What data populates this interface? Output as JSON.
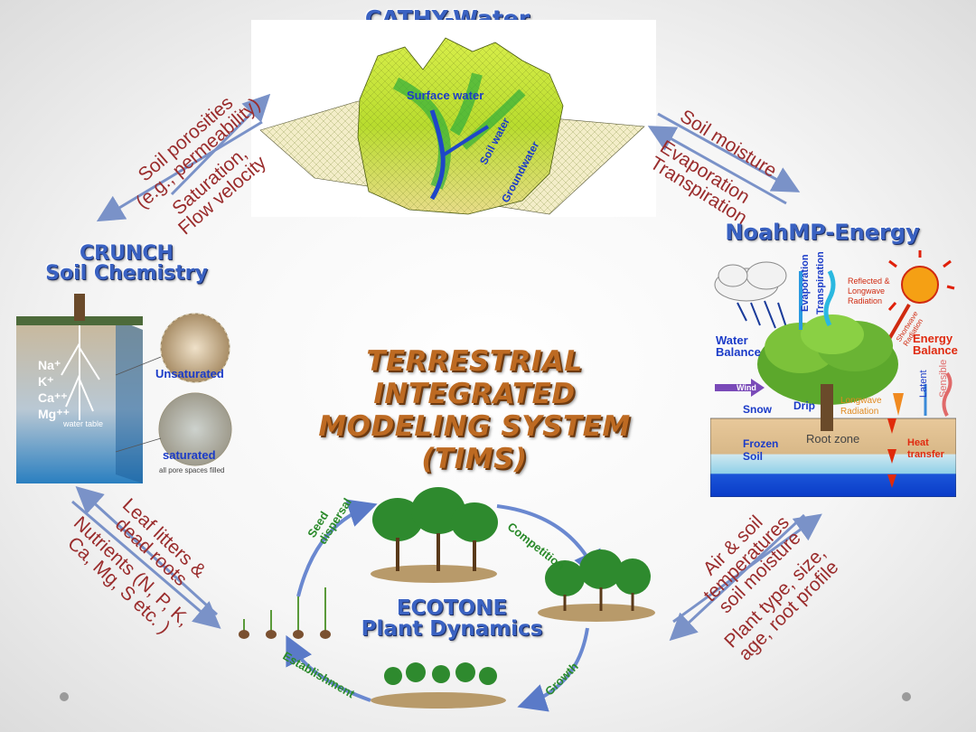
{
  "cathy": {
    "title": "CATHY-Water",
    "surface_water": "Surface water",
    "soil_water": "Soil water",
    "groundwater": "Groundwater"
  },
  "noah": {
    "title": "NoahMP-Energy",
    "evaporation": "Evaporation",
    "transpiration": "Transpiration",
    "reflected": "Reflected &",
    "longwave": "Longwave",
    "radiation": "Radiation",
    "shortwave": "Shortwave",
    "shortwave_rad": "Radiation",
    "water_balance_1": "Water",
    "water_balance_2": "Balance",
    "energy_balance_1": "Energy",
    "energy_balance_2": "Balance",
    "latent": "Latent",
    "sensible": "Sensible",
    "wind": "Wind",
    "snow": "Snow",
    "drip": "Drip",
    "longwave_rad_1": "Longwave",
    "longwave_rad_2": "Radiation",
    "root_zone": "Root zone",
    "frozen_1": "Frozen",
    "frozen_2": "Soil",
    "heat_1": "Heat",
    "heat_2": "transfer"
  },
  "crunch": {
    "title_1": "CRUNCH",
    "title_2": "Soil Chemistry",
    "ion_na": "Na⁺",
    "ion_k": "K⁺",
    "ion_ca": "Ca⁺⁺",
    "ion_mg": "Mg⁺⁺",
    "unsaturated": "Unsaturated",
    "saturated": "saturated",
    "water_table": "water table",
    "all_pores": "all pore spaces filled"
  },
  "ecotone": {
    "title_1": "ECOTONE",
    "title_2": "Plant Dynamics",
    "seed_dispersal_1": "Seed",
    "seed_dispersal_2": "dispersal",
    "competition": "Competition",
    "establishment": "Establishment",
    "growth": "Growth"
  },
  "center": {
    "line_1": "TERRESTRIAL INTEGRATED",
    "line_2": "MODELING SYSTEM (TIMS)"
  },
  "links": {
    "crunch_cathy_a1": "Soil porosities",
    "crunch_cathy_a2": "(e.g., permeability)",
    "crunch_cathy_b1": "Saturation,",
    "crunch_cathy_b2": "Flow velocity",
    "cathy_noah_a": "Soil moisture",
    "cathy_noah_b1": "Evaporation",
    "cathy_noah_b2": "Transpiration",
    "crunch_eco_a1": "Leaf litters &",
    "crunch_eco_a2": "dead roots",
    "crunch_eco_b1": "Nutrients (N, P, K,",
    "crunch_eco_b2": "Ca, Mg, S etc. )",
    "eco_noah_a1": "Air & soil",
    "eco_noah_a2": "temperatures",
    "eco_noah_a3": "soil moisture",
    "eco_noah_b1": "Plant type, size,",
    "eco_noah_b2": "age, root profile"
  },
  "colors": {
    "title_blue": "#3a62c2",
    "link_red": "#9a2c2c",
    "arrow_blue": "#7a92c8",
    "center_orange": "#bd6a22",
    "eco_green": "#2a8a2a"
  }
}
